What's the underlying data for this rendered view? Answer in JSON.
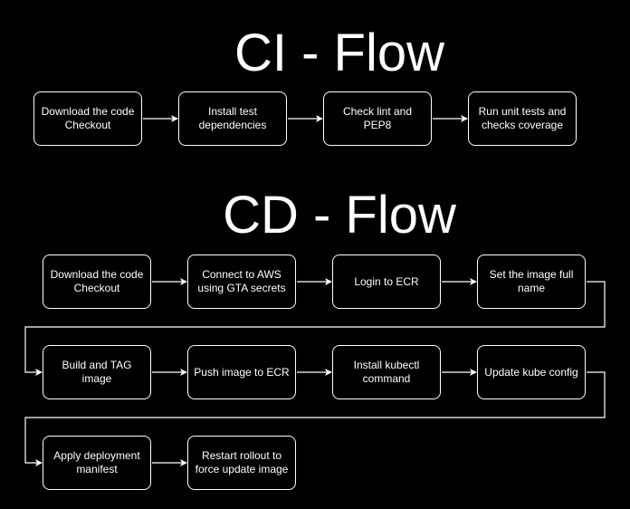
{
  "ci_flow": {
    "title": "CI - Flow",
    "steps": [
      "Download the code Checkout",
      "Install test dependencies",
      "Check lint and PEP8",
      "Run unit tests and checks coverage"
    ]
  },
  "cd_flow": {
    "title": "CD - Flow",
    "rows": [
      [
        "Download the code Checkout",
        "Connect to AWS using GTA secrets",
        "Login to ECR",
        "Set the image full name"
      ],
      [
        "Build and TAG image",
        "Push image to ECR",
        "Install kubectl command",
        "Update kube config"
      ],
      [
        "Apply deployment manifest",
        "Restart rollout to force update image"
      ]
    ]
  },
  "colors": {
    "background": "#000000",
    "foreground": "#ffffff"
  }
}
